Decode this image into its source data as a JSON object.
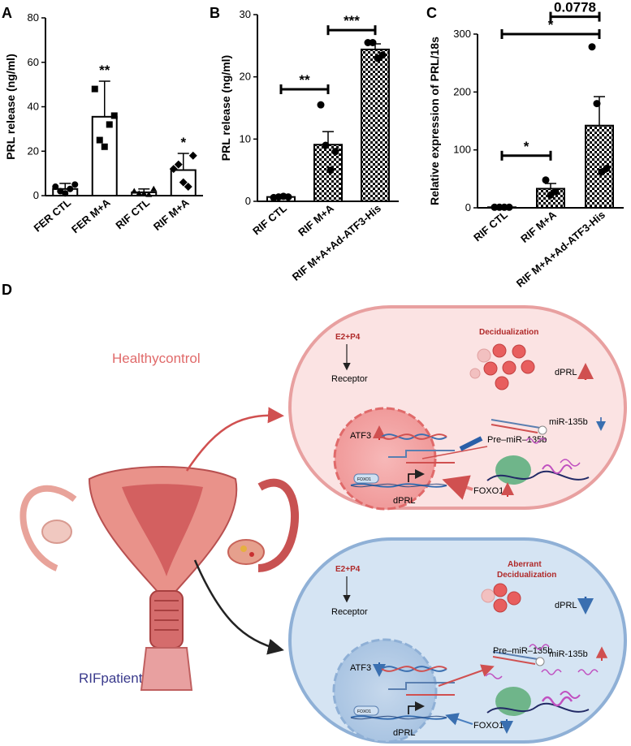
{
  "panels": {
    "A": "A",
    "B": "B",
    "C": "C",
    "D": "D"
  },
  "chart_data": [
    {
      "type": "bar",
      "panel": "A",
      "ylabel": "PRL release (ng/ml)",
      "ylim": [
        0,
        80
      ],
      "yticks": [
        "0",
        "20",
        "40",
        "60",
        "80"
      ],
      "categories": [
        "FER CTL",
        "FER M+A",
        "RIF CTL",
        "RIF M+A"
      ],
      "values": [
        3,
        35.5,
        1.5,
        11.5
      ],
      "errors": [
        2.5,
        16,
        1.5,
        7.5
      ],
      "points": [
        [
          4,
          2,
          1,
          3,
          5
        ],
        [
          48,
          25,
          22,
          32,
          36
        ],
        [
          2,
          1,
          1,
          0.5,
          3
        ],
        [
          12,
          14,
          6,
          4,
          18
        ]
      ],
      "significance": [
        "",
        "**",
        "",
        "*"
      ],
      "fill": [
        "white",
        "white",
        "white",
        "white"
      ]
    },
    {
      "type": "bar",
      "panel": "B",
      "ylabel": "PRL release (ng/ml)",
      "ylim": [
        0,
        30
      ],
      "yticks": [
        "0",
        "10",
        "20",
        "30"
      ],
      "categories": [
        "RIF CTL",
        "RIF M+A",
        "RIF M+A+Ad-ATF3-His"
      ],
      "values": [
        0.7,
        9.1,
        24.4
      ],
      "errors": [
        0.2,
        2.1,
        0.9
      ],
      "points": [
        [
          0.6,
          0.7,
          0.8,
          0.7
        ],
        [
          15.5,
          9,
          5,
          8
        ],
        [
          25.5,
          25.5,
          23,
          23.5
        ]
      ],
      "brackets": [
        {
          "from": 0,
          "to": 1,
          "label": "**",
          "y": 18
        },
        {
          "from": 1,
          "to": 2,
          "label": "***",
          "y": 27.5
        }
      ],
      "fill": [
        "white",
        "checker",
        "checker"
      ]
    },
    {
      "type": "bar",
      "panel": "C",
      "ylabel": "Relative expression of PRL/18s",
      "ylim": [
        0,
        300
      ],
      "yticks": [
        "0",
        "100",
        "200",
        "300"
      ],
      "categories": [
        "RIF CTL",
        "RIF M+A",
        "RIF M+A+Ad-ATF3-His"
      ],
      "values": [
        1,
        33,
        142
      ],
      "errors": [
        0.5,
        9,
        50
      ],
      "points": [
        [
          1,
          1,
          1,
          1
        ],
        [
          48,
          22,
          28
        ],
        [
          278,
          180,
          62,
          68
        ]
      ],
      "brackets": [
        {
          "from": 0,
          "to": 1,
          "label": "*",
          "y": 90
        },
        {
          "from": 0,
          "to": 2,
          "label": "*",
          "y": 300
        },
        {
          "from": 1,
          "to": 2,
          "label": "0.0778",
          "y": 330
        }
      ],
      "fill": [
        "white",
        "checker",
        "checker"
      ]
    }
  ],
  "diagram": {
    "healthy_label": "Healthycontrol",
    "rif_label": "RIFpatients",
    "healthy_cell": {
      "hormone": "E2+P4",
      "receptor": "Receptor",
      "title": "Decidualization",
      "dprl": "dPRL",
      "mir": "miR-135b",
      "premir": "Pre–miR–135b",
      "atf3": "ATF3",
      "foxo1": "FOXO1",
      "foxo1_small": "FOXO1",
      "dprl_gene": "dPRL"
    },
    "rif_cell": {
      "hormone": "E2+P4",
      "receptor": "Receptor",
      "title1": "Aberrant",
      "title2": "Decidualization",
      "dprl": "dPRL",
      "mir": "miR-135b",
      "premir": "Pre–miR–135b",
      "atf3": "ATF3",
      "foxo1": "FOXO1",
      "foxo1_small": "FOXO1",
      "dprl_gene": "dPRL"
    }
  },
  "colors": {
    "healthy_text": "#e06a6a",
    "rif_text": "#3a3a8c",
    "up_arrow": "#d43030",
    "down_arrow": "#2a5fa8",
    "healthy_cell_fill": "#fbe3e3",
    "healthy_cell_border": "#e8a0a0",
    "rif_cell_fill": "#d5e4f3",
    "rif_cell_border": "#8fb0d6"
  }
}
